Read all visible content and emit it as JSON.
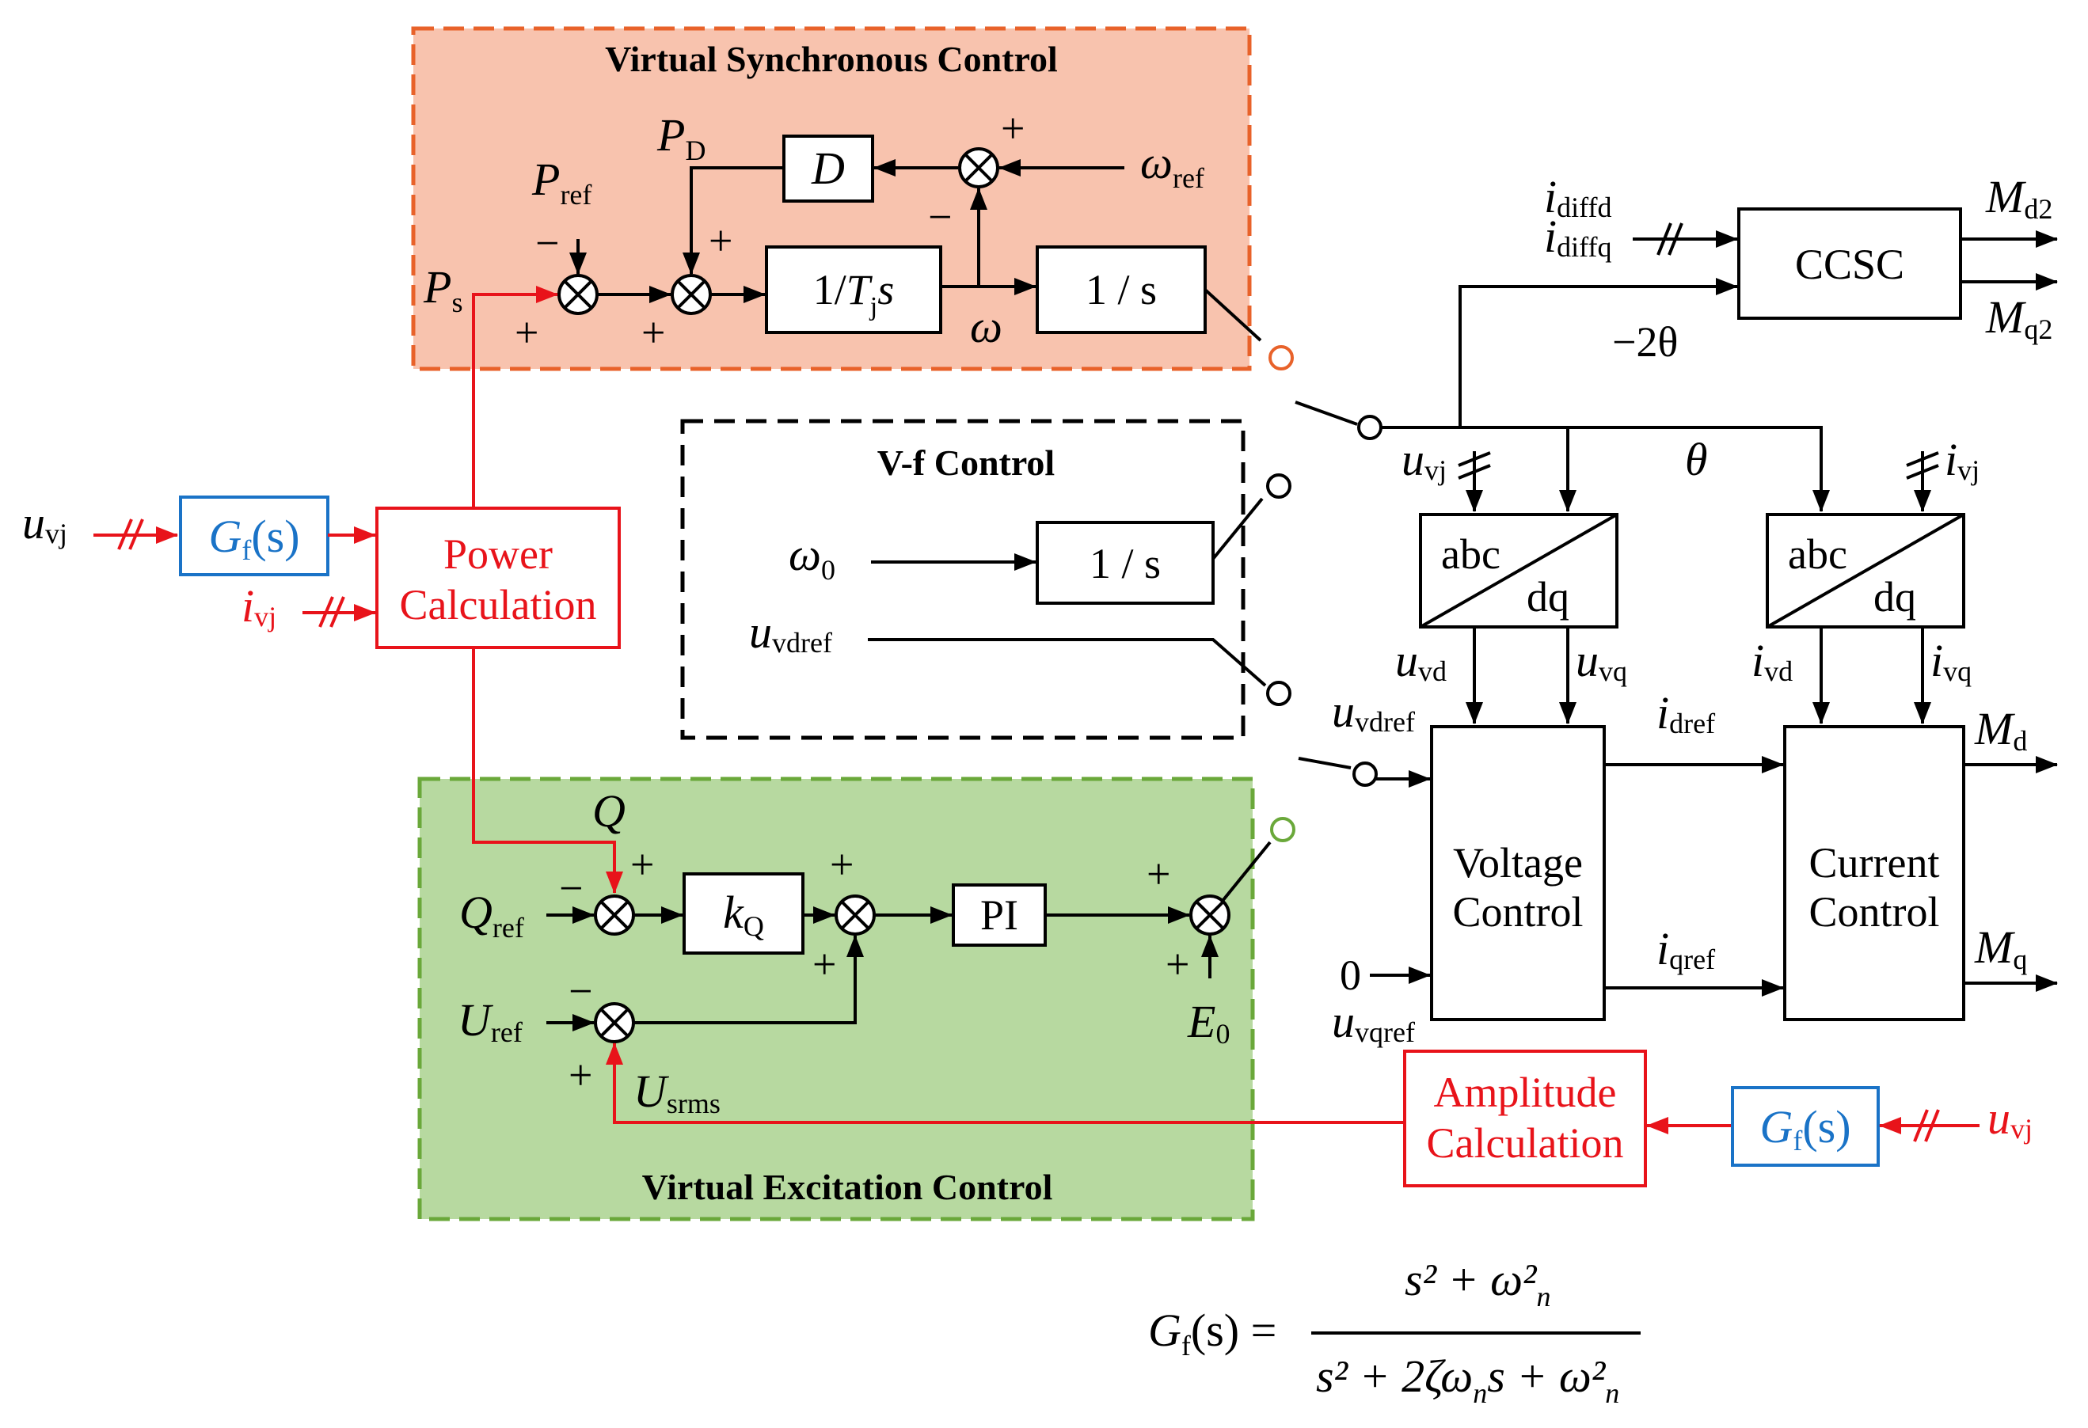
{
  "blocks": {
    "vsc_title": "Virtual Synchronous Control",
    "vf_title": "V-f Control",
    "vec_title": "Virtual Excitation Control",
    "D": "D",
    "inv_Tj": "1/",
    "Tj": "T",
    "Tj_sub": "j",
    "Tj_s": "s",
    "integrator_vsc": "1 / s",
    "integrator_vf": "1 / s",
    "kQ": "k",
    "kQ_sub": "Q",
    "PI": "PI",
    "ccsc": "CCSC",
    "power_calc_1": "Power",
    "power_calc_2": "Calculation",
    "amp_calc_1": "Amplitude",
    "amp_calc_2": "Calculation",
    "gf_1": "G",
    "gf_1_sub": "f",
    "gf_1_arg": "(s)",
    "gf_2": "G",
    "gf_2_sub": "f",
    "gf_2_arg": "(s)",
    "abc_dq_1_top": "abc",
    "abc_dq_1_bot": "dq",
    "abc_dq_2_top": "abc",
    "abc_dq_2_bot": "dq",
    "voltage_control_1": "Voltage",
    "voltage_control_2": "Control",
    "current_control_1": "Current",
    "current_control_2": "Control"
  },
  "signals": {
    "P_D": "P",
    "P_D_sub": "D",
    "P_ref": "P",
    "P_ref_sub": "ref",
    "P_s": "P",
    "P_s_sub": "s",
    "omega_ref": "ω",
    "omega_ref_sub": "ref",
    "omega": "ω",
    "omega_0": "ω",
    "omega_0_sub": "0",
    "u_vdref_vf": "u",
    "u_vdref_vf_sub": "vdref",
    "u_vj_left": "u",
    "u_vj_left_sub": "vj",
    "i_vj_left": "i",
    "i_vj_left_sub": "vj",
    "Q": "Q",
    "Q_ref": "Q",
    "Q_ref_sub": "ref",
    "U_ref": "U",
    "U_ref_sub": "ref",
    "U_srms": "U",
    "U_srms_sub": "srms",
    "E_0": "E",
    "E_0_sub": "0",
    "i_diffd": "i",
    "i_diffd_sub": "diffd",
    "i_diffq": "i",
    "i_diffq_sub": "diffq",
    "minus_2theta": "−2θ",
    "M_d2": "M",
    "M_d2_sub": "d2",
    "M_q2": "M",
    "M_q2_sub": "q2",
    "u_vj_mid": "u",
    "u_vj_mid_sub": "vj",
    "theta": "θ",
    "i_vj_right": "i",
    "i_vj_right_sub": "vj",
    "u_vd": "u",
    "u_vd_sub": "vd",
    "u_vq": "u",
    "u_vq_sub": "vq",
    "i_vd": "i",
    "i_vd_sub": "vd",
    "i_vq": "i",
    "i_vq_sub": "vq",
    "u_vdref": "u",
    "u_vdref_sub": "vdref",
    "i_dref": "i",
    "i_dref_sub": "dref",
    "M_d": "M",
    "M_d_sub": "d",
    "zero": "0",
    "u_vqref": "u",
    "u_vqref_sub": "vqref",
    "i_qref": "i",
    "i_qref_sub": "qref",
    "M_q": "M",
    "M_q_sub": "q",
    "u_vj_right": "u",
    "u_vj_right_sub": "vj"
  },
  "signs": {
    "plus": "+",
    "minus": "−"
  },
  "formula": {
    "lhs": "G",
    "lhs_sub": "f",
    "lhs_arg": "(s) =",
    "num": "s² + ω²",
    "num_sub": "n",
    "den": "s² + 2ζω",
    "den_sub1": "n",
    "den_mid": "s + ω²",
    "den_sub2": "n"
  },
  "colors": {
    "vsc_fill": "#f8c3ae",
    "vsc_border": "#e8622a",
    "vec_fill": "#b7d9a0",
    "vec_border": "#6aa83a",
    "red": "#e8131a",
    "blue": "#1a73c7"
  }
}
